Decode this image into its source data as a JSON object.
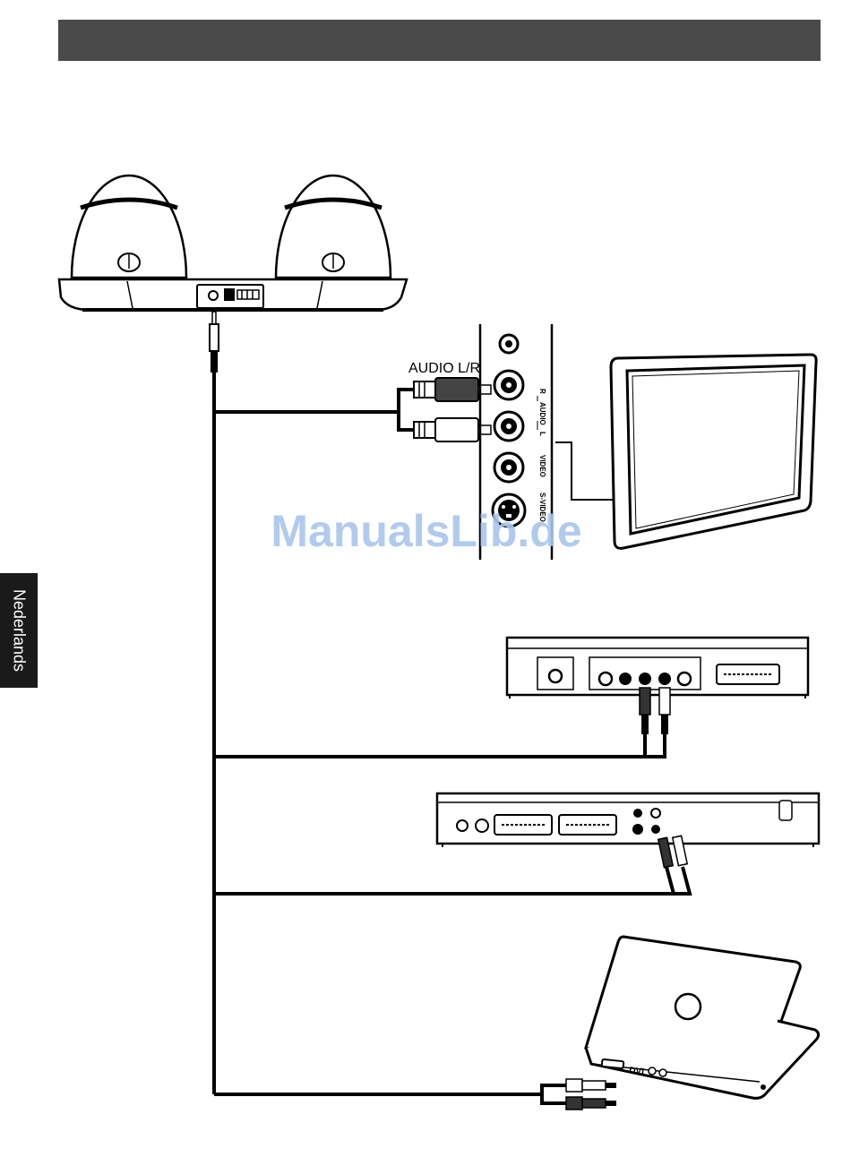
{
  "sidebar": {
    "language": "Nederlands"
  },
  "tv_panel": {
    "audio_label": "AUDIO L/R",
    "jack_labels": {
      "audio": "AUDIO",
      "right": "R",
      "left": "L",
      "video": "VIDEO",
      "svideo": "S-VIDEO"
    }
  },
  "laptop": {
    "port_label": "DVI"
  },
  "watermark": "ManualsLib.de",
  "colors": {
    "header": "#4a4a4a",
    "tab": "#1a1a1a",
    "watermark": "#a9c6ee"
  }
}
